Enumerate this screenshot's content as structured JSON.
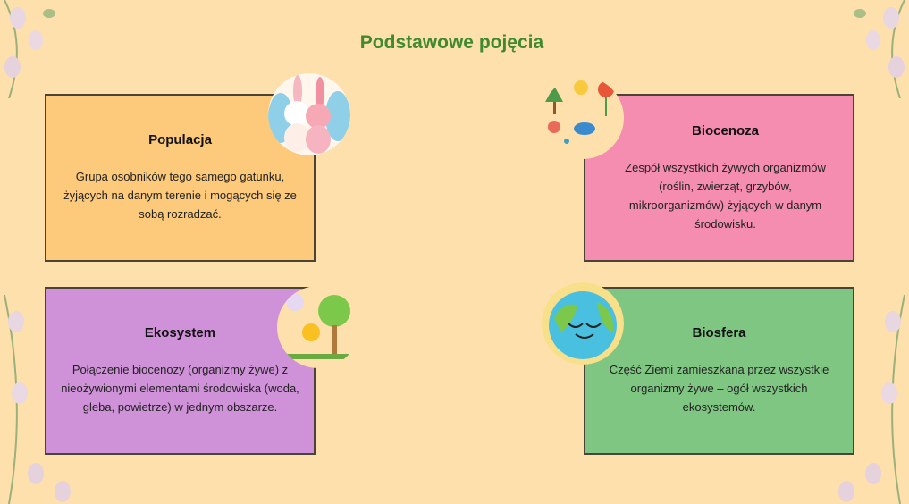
{
  "title": "Podstawowe pojęcia",
  "cards": [
    {
      "heading": "Populacja",
      "text": "Grupa osobników tego samego gatunku, żyjących na danym terenie i mogących się ze sobą rozradzać.",
      "color": "#fdc97a",
      "image": "rabbits-illustration"
    },
    {
      "heading": "Biocenoza",
      "text": "Zespół wszystkich żywych organizmów (roślin, zwierząt, grzybów, mikroorganizmów) żyjących w danym środowisku.",
      "color": "#f48db0",
      "image": "plants-animals-illustration"
    },
    {
      "heading": "Ekosystem",
      "text": "Połączenie biocenozy (organizmy żywe) z nieożywionymi elementami środowiska (woda, gleba, powietrze) w jednym obszarze.",
      "color": "#cf91d8",
      "image": "tree-sun-illustration"
    },
    {
      "heading": "Biosfera",
      "text": "Część Ziemi zamieszkana przez wszystkie organizmy żywe – ogół wszystkich ekosystemów.",
      "color": "#80c683",
      "image": "earth-illustration"
    }
  ]
}
